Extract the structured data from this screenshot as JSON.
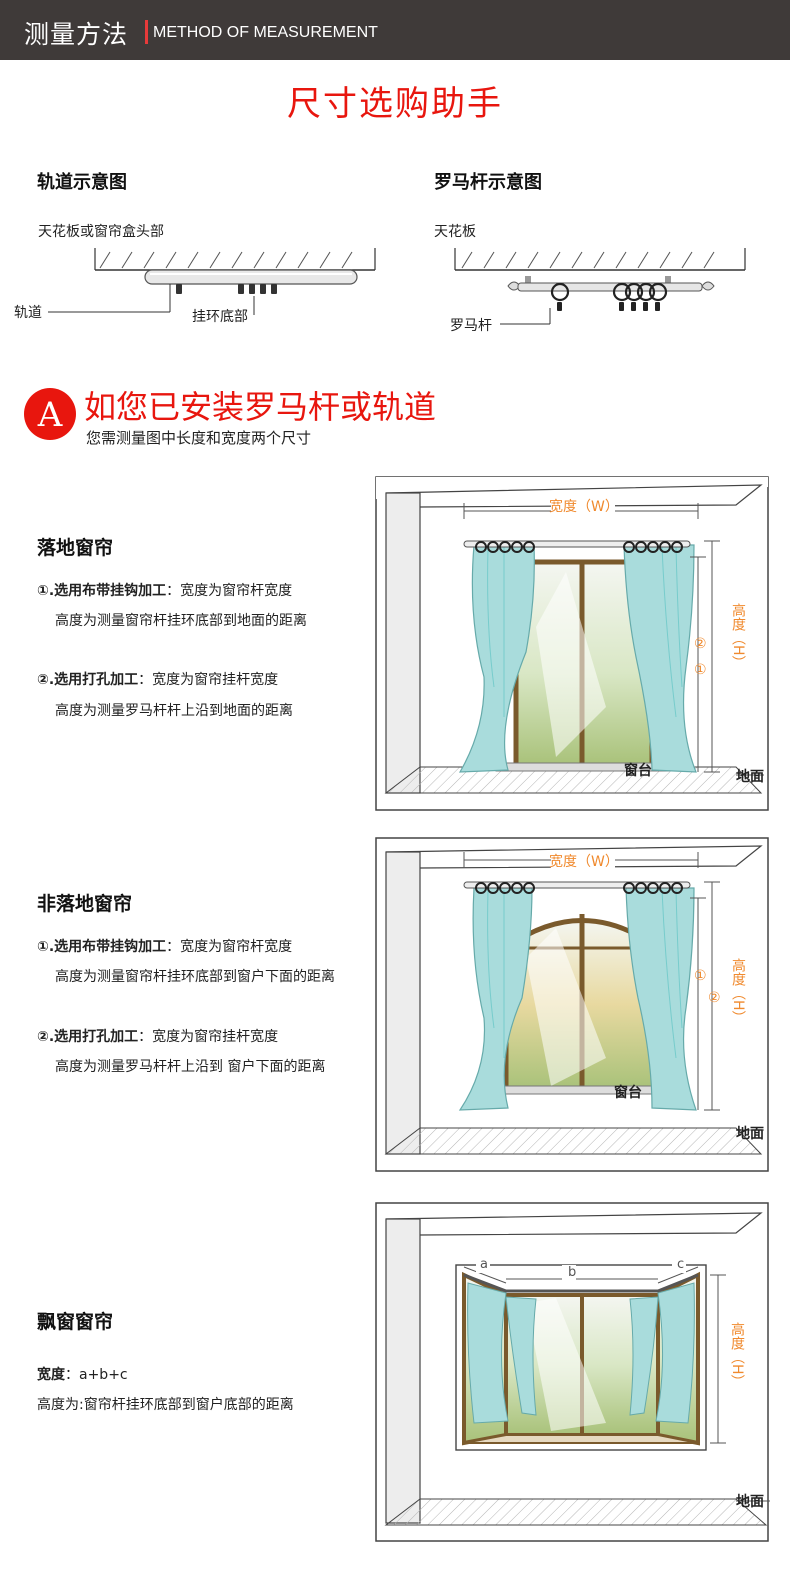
{
  "header": {
    "title_zh": "测量方法",
    "title_en": "METHOD OF MEASUREMENT"
  },
  "main_title": "尺寸选购助手",
  "track_diagram": {
    "title": "轨道示意图",
    "ceiling_label": "天花板或窗帘盒头部",
    "track_label": "轨道",
    "ring_label": "挂环底部"
  },
  "rod_diagram": {
    "title": "罗马杆示意图",
    "ceiling_label": "天花板",
    "rod_label": "罗马杆"
  },
  "section_a": {
    "badge": "A",
    "title": "如您已安装罗马杆或轨道",
    "subtitle": "您需测量图中长度和宽度两个尺寸"
  },
  "floor_curtain": {
    "title": "落地窗帘",
    "item1_prefix": "①.选用布带挂钩加工",
    "item1_text": "：宽度为窗帘杆宽度",
    "item1_detail": "高度为测量窗帘杆挂环底部到地面的距离",
    "item2_prefix": "②.选用打孔加工",
    "item2_text": "：宽度为窗帘挂杆宽度",
    "item2_detail": "高度为测量罗马杆杆上沿到地面的距离",
    "width_label": "宽度（W）",
    "height_label": "高度（H）",
    "marker1": "①",
    "marker2": "②",
    "sill_label": "窗台",
    "floor_label": "地面"
  },
  "non_floor_curtain": {
    "title": "非落地窗帘",
    "item1_prefix": "①.选用布带挂钩加工",
    "item1_text": "：宽度为窗帘杆宽度",
    "item1_detail": "高度为测量窗帘杆挂环底部到窗户下面的距离",
    "item2_prefix": "②.选用打孔加工",
    "item2_text": "：宽度为窗帘挂杆宽度",
    "item2_detail": "高度为测量罗马杆杆上沿到 窗户下面的距离",
    "width_label": "宽度（W）",
    "height_label": "高度（H）",
    "marker1": "①",
    "marker2": "②",
    "sill_label": "窗台",
    "floor_label": "地面"
  },
  "bay_curtain": {
    "title": "飘窗窗帘",
    "width_prefix": "宽度",
    "width_formula": "：a+b+c",
    "height_text": "高度为:窗帘杆挂环底部到窗户底部的距离",
    "label_a": "a",
    "label_b": "b",
    "label_c": "c",
    "height_label": "高度（H）",
    "floor_label": "地面"
  },
  "colors": {
    "accent_red": "#e8160e",
    "header_bg": "#3f3a39",
    "measure_orange": "#f08a2e",
    "curtain": "#a9dcdc",
    "window_frame": "#7a5a2c"
  }
}
